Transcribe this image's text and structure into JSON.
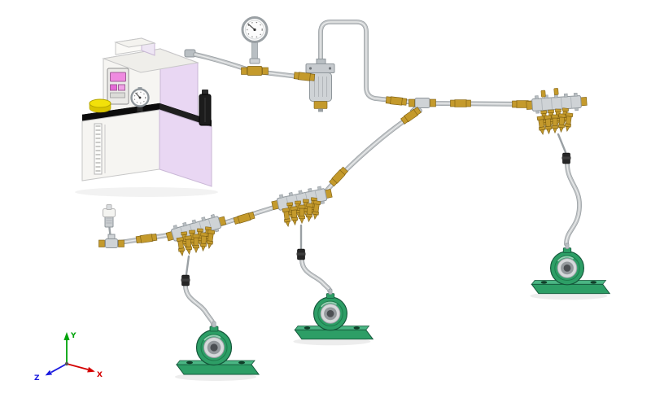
{
  "triad": {
    "x": {
      "label": "X",
      "color": "#d40000"
    },
    "y": {
      "label": "Y",
      "color": "#00a30a"
    },
    "z": {
      "label": "Z",
      "color": "#1a1adf"
    }
  },
  "palette": {
    "background": "#ffffff",
    "pump_body": "#f6f5f2",
    "pump_side": "#e9d7f3",
    "tank_rim": "#161616",
    "filler_cap": "#f2e10a",
    "display_pink": "#ef8ae0",
    "tube": "#c4c7c9",
    "tube_edge": "#9aa0a4",
    "tube_highlight": "#eef0f0",
    "brass": "#c49a2c",
    "steel": "#cfd3d6",
    "bearing_green": "#2d9e66",
    "black_fitting": "#262626"
  },
  "components": [
    "lubrication-pump-unit",
    "top-pressure-gauge",
    "inline-filter",
    "junction-tee",
    "tube-unions",
    "distributor-manifold-left",
    "distributor-manifold-middle",
    "distributor-manifold-right",
    "injector-bank-left",
    "injector-bank-middle",
    "injector-bank-right",
    "relief-valve",
    "end-cross-fitting",
    "pillow-block-bearing-left",
    "pillow-block-bearing-middle",
    "pillow-block-bearing-right",
    "tubing-network",
    "orientation-triad"
  ]
}
